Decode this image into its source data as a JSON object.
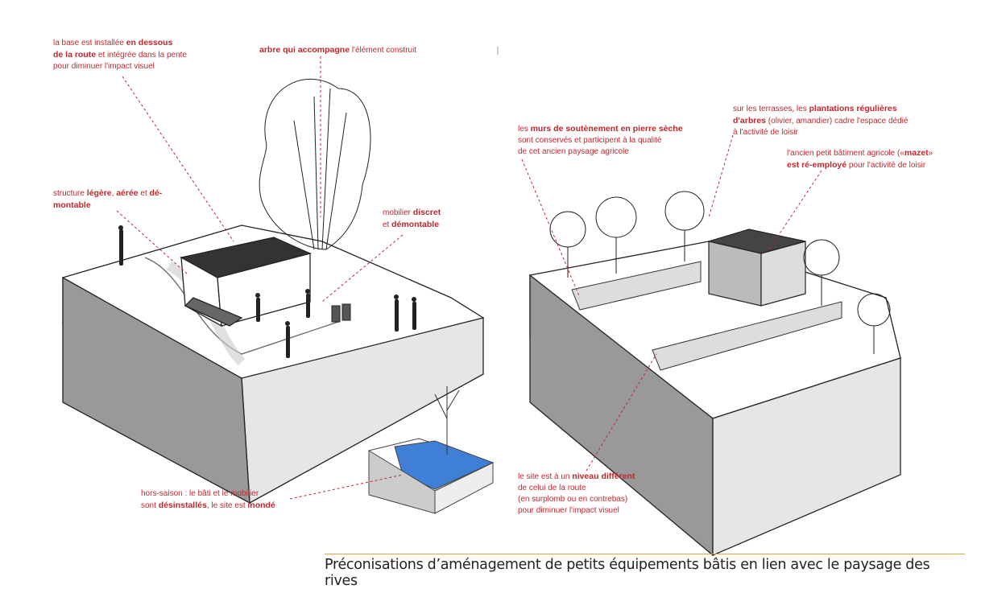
{
  "left_sketch": {
    "notes": [
      {
        "id": "note-base-route",
        "lines": [
          [
            {
              "t": "la base est installée "
            },
            {
              "t": "en dessous",
              "b": true
            }
          ],
          [
            {
              "t": "de la route",
              "b": true
            },
            {
              "t": " et intégrée dans la pente"
            }
          ],
          [
            {
              "t": "pour diminuer l'impact visuel"
            }
          ]
        ]
      },
      {
        "id": "note-arbre",
        "lines": [
          [
            {
              "t": "arbre qui accompagne",
              "b": true
            },
            {
              "t": " l'élément construit"
            }
          ]
        ]
      },
      {
        "id": "note-structure",
        "lines": [
          [
            {
              "t": "structure "
            },
            {
              "t": "légère",
              "b": true
            },
            {
              "t": ", "
            },
            {
              "t": "aérée",
              "b": true
            },
            {
              "t": " et "
            },
            {
              "t": "dé-",
              "b": true
            }
          ],
          [
            {
              "t": "montable",
              "b": true
            }
          ]
        ]
      },
      {
        "id": "note-mobilier",
        "lines": [
          [
            {
              "t": "mobilier "
            },
            {
              "t": "discret",
              "b": true
            }
          ],
          [
            {
              "t": "et "
            },
            {
              "t": "démontable",
              "b": true
            }
          ]
        ]
      },
      {
        "id": "note-hors-saison",
        "lines": [
          [
            {
              "t": "hors-saison : le bâti et le mobilier"
            }
          ],
          [
            {
              "t": "sont "
            },
            {
              "t": "désinstallés",
              "b": true
            },
            {
              "t": ", le site est "
            },
            {
              "t": "inondé",
              "b": true
            }
          ]
        ]
      }
    ]
  },
  "right_sketch": {
    "notes": [
      {
        "id": "note-murs",
        "lines": [
          [
            {
              "t": "les "
            },
            {
              "t": "murs de soutènement en pierre sèche",
              "b": true
            }
          ],
          [
            {
              "t": "sont conservés et participent à la qualité"
            }
          ],
          [
            {
              "t": "de cet ancien paysage agricole"
            }
          ]
        ]
      },
      {
        "id": "note-terrasses",
        "lines": [
          [
            {
              "t": "sur les terrasses, les "
            },
            {
              "t": "plantations régulières",
              "b": true
            }
          ],
          [
            {
              "t": "d'arbres",
              "b": true
            },
            {
              "t": " (olivier, amandier) cadre l'espace dédié"
            }
          ],
          [
            {
              "t": "à l'activité de loisir"
            }
          ]
        ]
      },
      {
        "id": "note-mazet",
        "lines": [
          [
            {
              "t": "l'ancien petit bâtiment agricole («"
            },
            {
              "t": "mazet",
              "b": true
            },
            {
              "t": "»"
            }
          ],
          [
            {
              "t": "est ré-employé",
              "b": true
            },
            {
              "t": " pour l'activité de loisir"
            }
          ]
        ]
      },
      {
        "id": "note-niveau",
        "lines": [
          [
            {
              "t": "le site est à un "
            },
            {
              "t": "niveau différent",
              "b": true
            }
          ],
          [
            {
              "t": "de celui de la route"
            }
          ],
          [
            {
              "t": "(en surplomb ou en contrebas)"
            }
          ],
          [
            {
              "t": "pour diminuer l'impact visuel"
            }
          ]
        ]
      }
    ]
  },
  "caption": "Préconisations d’aménagement de petits équipements bâtis en lien avec le paysage des rives",
  "colors": {
    "annotation": "#c0272d",
    "rule": "#e8a33a",
    "water": "#3f7fd6"
  }
}
